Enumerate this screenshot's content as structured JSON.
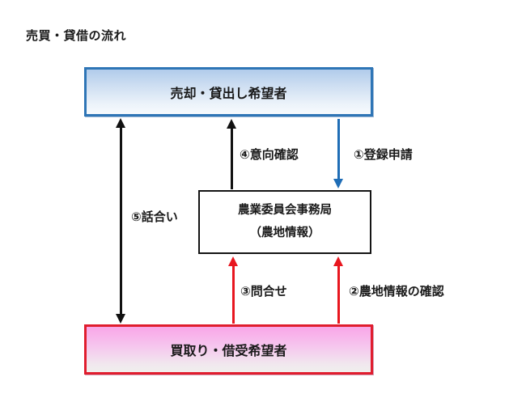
{
  "title": "売買・貸借の流れ",
  "colors": {
    "seller_border": "#2e75b6",
    "office_border": "#141414",
    "buyer_border": "#e01d2e",
    "arrow_blue": "#1f6db6",
    "arrow_red": "#e8161f",
    "arrow_black": "#111111"
  },
  "nodes": {
    "seller": {
      "label": "売却・貸出し希望者"
    },
    "office": {
      "label_line1": "農業委員会事務局",
      "label_line2": "（農地情報）"
    },
    "buyer": {
      "label": "買取り・借受希望者"
    }
  },
  "edges": {
    "registration": {
      "label": "①登録申請",
      "from": "seller",
      "to": "office",
      "color": "blue",
      "direction": "down"
    },
    "info_check": {
      "label": "②農地情報の確認",
      "from": "buyer",
      "to": "office",
      "color": "red",
      "direction": "up"
    },
    "inquiry": {
      "label": "③問合せ",
      "from": "buyer",
      "to": "office",
      "color": "red",
      "direction": "up"
    },
    "intent_confirmation": {
      "label": "④意向確認",
      "from": "office",
      "to": "seller",
      "color": "black",
      "direction": "up"
    },
    "discussion": {
      "label": "⑤話合い",
      "from": "seller",
      "to": "buyer",
      "color": "black",
      "direction": "both"
    }
  }
}
